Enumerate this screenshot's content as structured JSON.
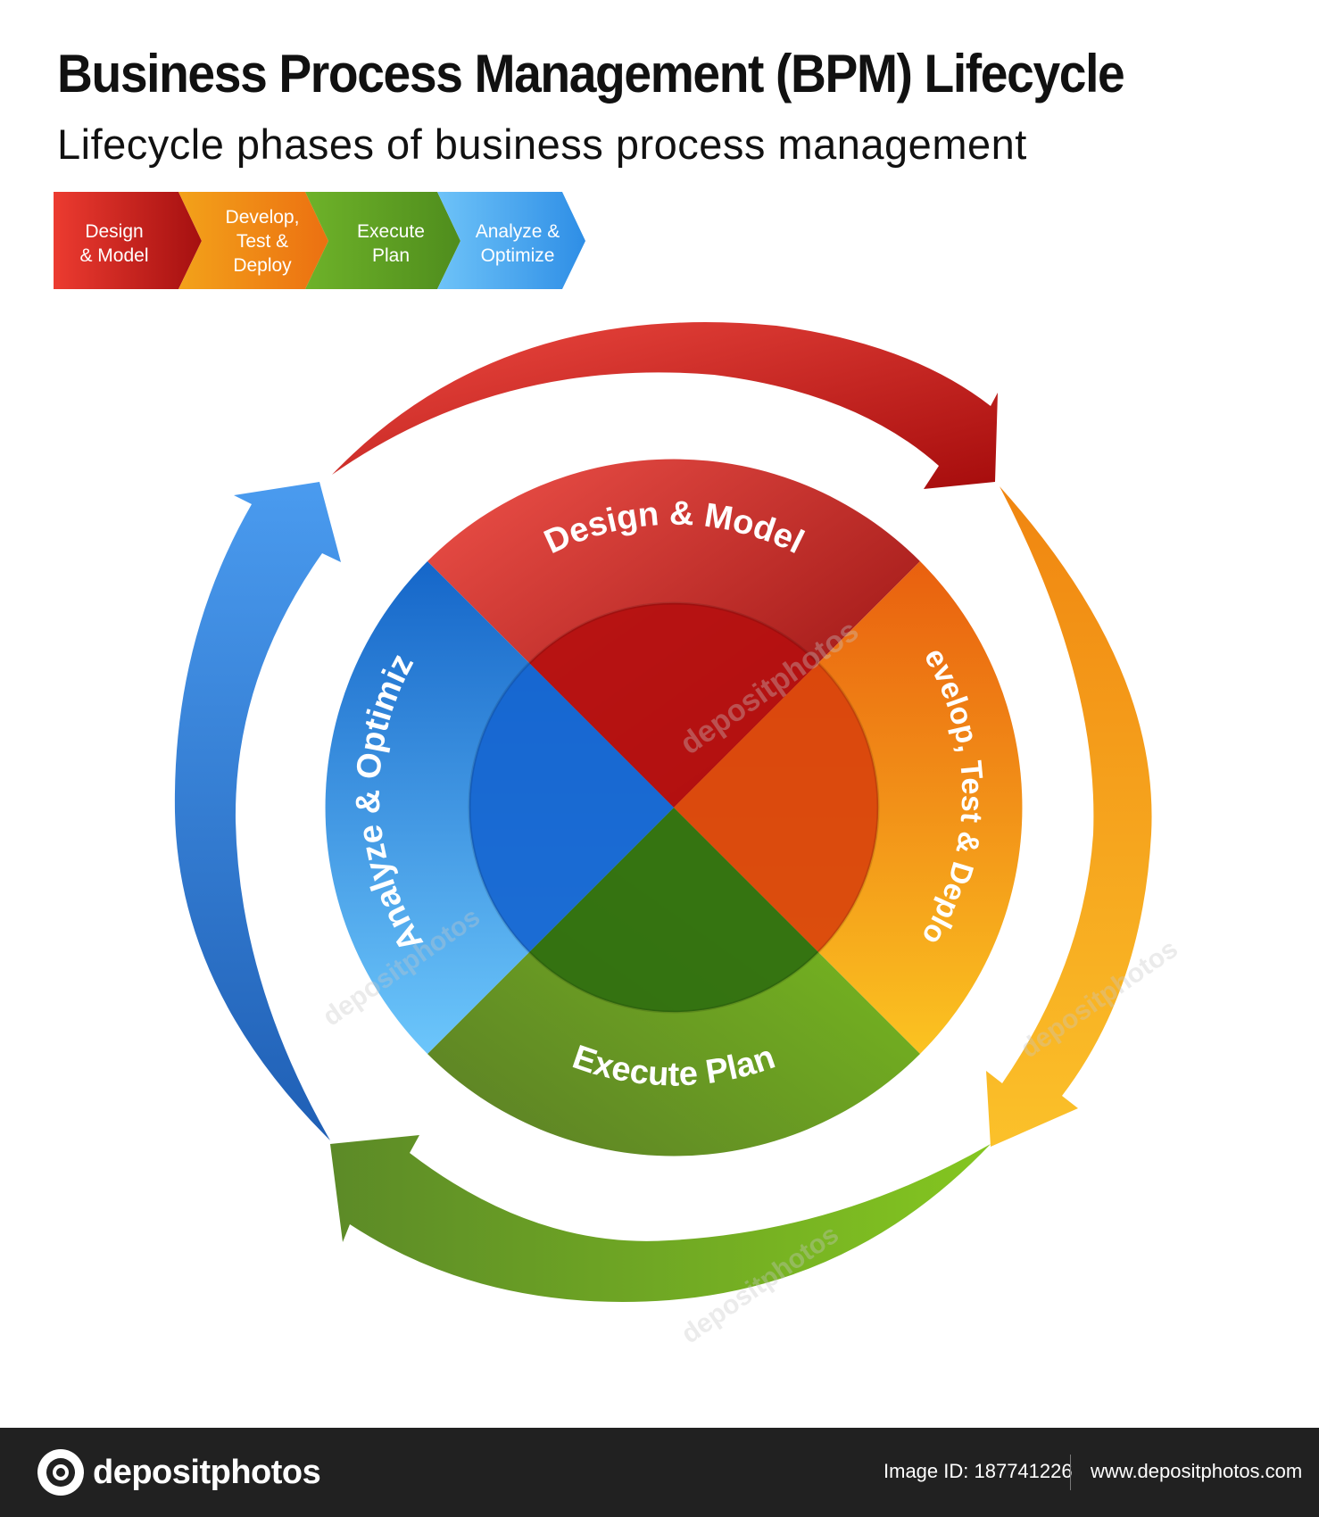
{
  "header": {
    "title": "Business Process Management (BPM) Lifecycle",
    "subtitle": "Lifecycle phases of business process management"
  },
  "legend": [
    {
      "lines": [
        "Design",
        "& Model"
      ],
      "color": "#d32f2f"
    },
    {
      "lines": [
        "Develop,",
        "Test &",
        "Deploy"
      ],
      "color": "#f29a16"
    },
    {
      "lines": [
        "Execute",
        "Plan"
      ],
      "color": "#5e9e22"
    },
    {
      "lines": [
        "Analyze &",
        "Optimize"
      ],
      "color": "#3fa4ec"
    }
  ],
  "phases": {
    "design": {
      "label": "Design & Model",
      "color": "#d32f2f"
    },
    "develop": {
      "label": "Develop, Test & Deploy",
      "color": "#ef7d10"
    },
    "execute": {
      "label": "Execute Plan",
      "color": "#62a01e"
    },
    "analyze": {
      "label": "Analyze & Optimize",
      "color": "#2f8de0"
    }
  },
  "watermark": {
    "text": "depositphotos"
  },
  "footer": {
    "brand": "depositphotos",
    "image_id": "Image ID: 187741226",
    "site": "www.depositphotos.com"
  }
}
